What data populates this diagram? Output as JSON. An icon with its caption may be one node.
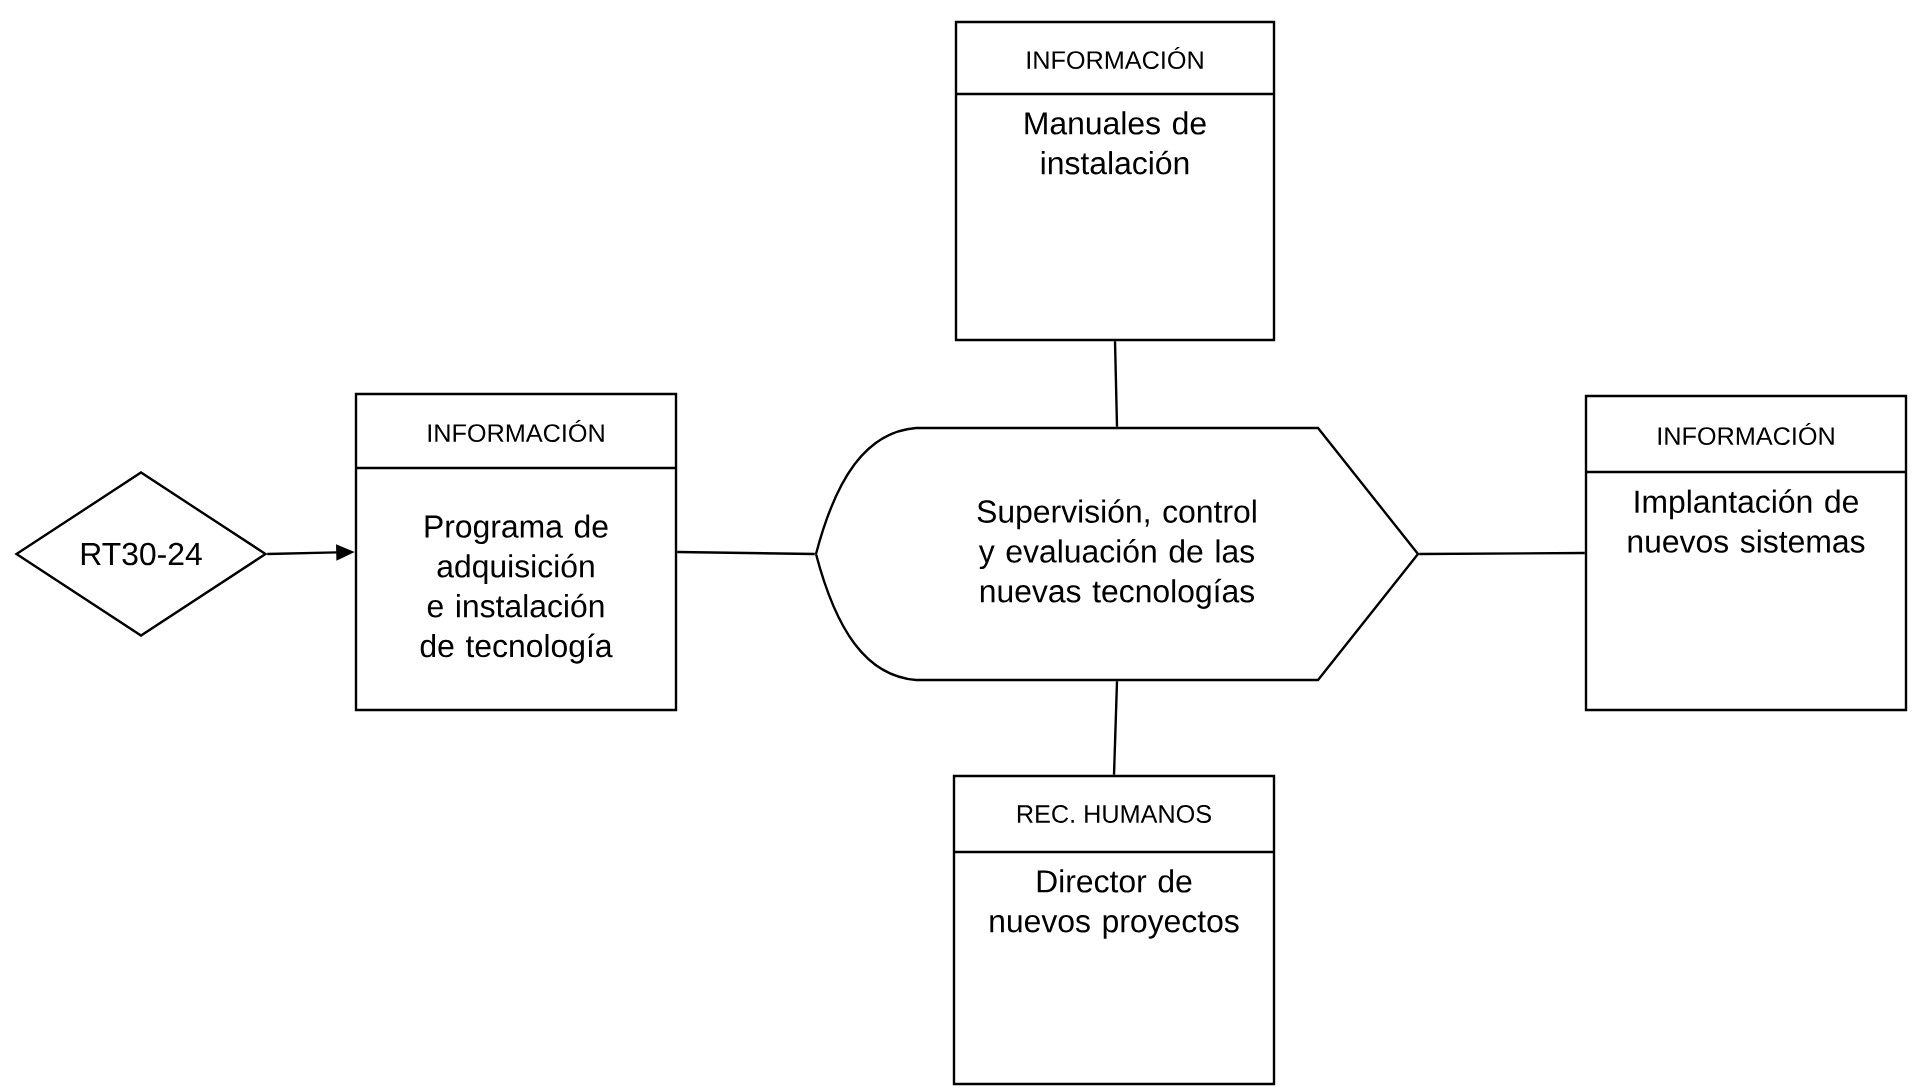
{
  "diagram": {
    "nodes": [
      {
        "text": [
          "INFORMACIÓN",
          "Manuales de instalación"
        ]
      },
      {
        "text": [
          "RT30-24"
        ]
      },
      {
        "text": [
          "INFORMACIÓN",
          "Programa de adquisición e instalación de tecnología"
        ]
      },
      {
        "text": [
          "Supervisión, control y evaluación de las nuevas tecnologías"
        ]
      },
      {
        "text": [
          "INFORMACIÓN",
          "Implantación de nuevos sistemas"
        ]
      },
      {
        "text": [
          "REC. HUMANOS",
          "Director de nuevos proyectos"
        ]
      }
    ],
    "edges": [
      {
        "from": 1,
        "to": 2,
        "arrow": "to"
      },
      {
        "from": 2,
        "to": 3,
        "arrow": "none"
      },
      {
        "from": 0,
        "to": 3,
        "arrow": "none"
      },
      {
        "from": 3,
        "to": 4,
        "arrow": "none"
      },
      {
        "from": 3,
        "to": 5,
        "arrow": "none"
      }
    ]
  }
}
